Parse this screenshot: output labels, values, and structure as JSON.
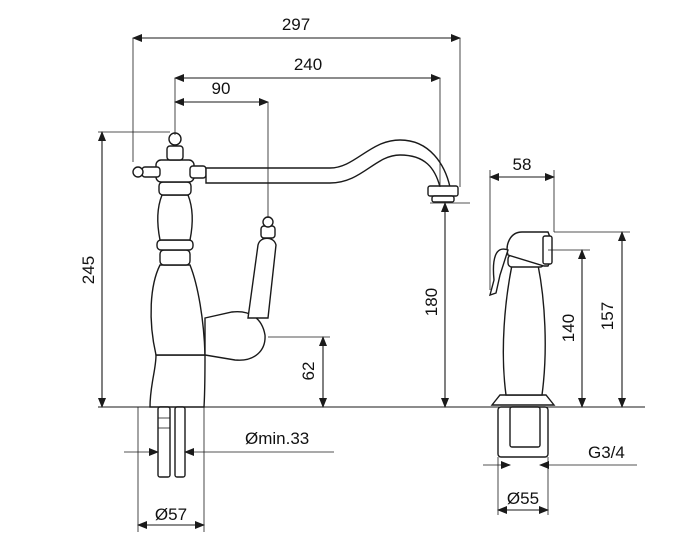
{
  "dimensions": {
    "total_reach": "297",
    "spout_reach": "240",
    "handle_offset": "90",
    "total_height": "245",
    "spout_height": "180",
    "lever_height": "62",
    "hole_min": "Ømin.33",
    "base_diameter": "Ø57",
    "spray_width": "58",
    "spray_height_outer": "157",
    "spray_height_inner": "140",
    "thread": "G3/4",
    "spray_base_diameter": "Ø55"
  },
  "colors": {
    "line": "#1a1a1a",
    "background": "#ffffff"
  }
}
